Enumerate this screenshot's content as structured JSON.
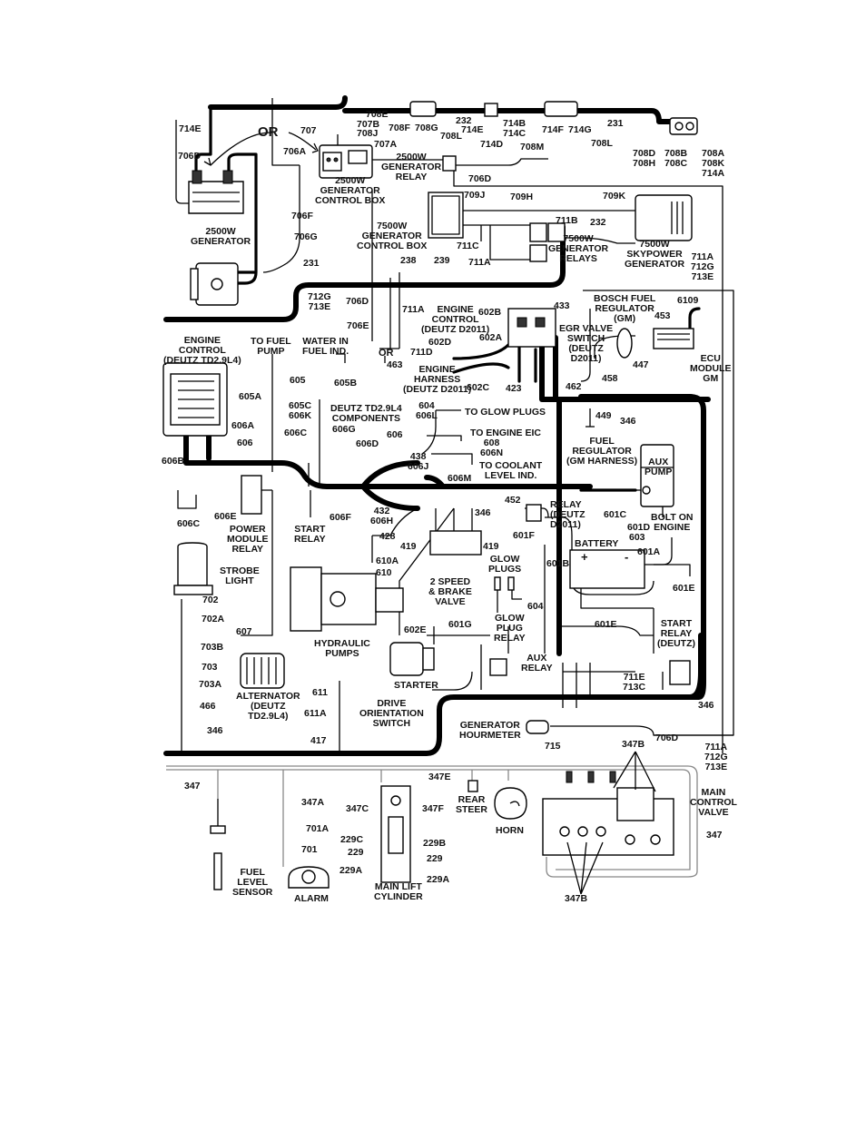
{
  "labels": {
    "or_top": "OR",
    "or_mid": "OR",
    "gen_2500": "2500W\nGENERATOR",
    "ctrl_2500": "2500W\nGENERATOR\nCONTROL BOX",
    "relay_2500": "2500W\nGENERATOR\nRELAY",
    "ctrl_7500": "7500W\nGENERATOR\nCONTROL BOX",
    "relays_7500": "7500W\nGENERATOR\nRELAYS",
    "skypower": "7500W\nSKYPOWER\nGENERATOR",
    "engine_ctrl_td": "ENGINE\nCONTROL\n(DEUTZ TD2.9L4)",
    "to_fuel_pump": "TO FUEL\nPUMP",
    "water_fuel": "WATER IN\nFUEL IND.",
    "engine_ctrl_d2011": "ENGINE\nCONTROL\n(DEUTZ D2011)",
    "engine_harness": "ENGINE\nHARNESS\n(DEUTZ D2011)",
    "bosch": "BOSCH FUEL\nREGULATOR\n(GM)",
    "egr": "EGR VALVE\nSWITCH\n(DEUTZ\nD2011)",
    "ecu": "ECU\nMODULE\nGM",
    "deutz_comp": "DEUTZ TD2.9L4\nCOMPONENTS",
    "to_glow": "TO GLOW PLUGS",
    "to_eic": "TO ENGINE EIC",
    "to_coolant": "TO COOLANT\nLEVEL IND.",
    "fuel_reg_gm": "FUEL\nREGULATOR\n(GM HARNESS)",
    "aux_pump": "AUX\nPUMP",
    "power_module": "POWER\nMODULE\nRELAY",
    "start_relay": "START\nRELAY",
    "relay_d2011": "RELAY\n(DEUTZ\nD2011)",
    "bolt_on": "BOLT ON\nENGINE",
    "battery": "BATTERY",
    "strobe": "STROBE\nLIGHT",
    "two_speed": "2 SPEED\n& BRAKE\nVALVE",
    "glow_plugs": "GLOW\nPLUGS",
    "hydraulic": "HYDRAULIC\nPUMPS",
    "glow_relay": "GLOW\nPLUG\nRELAY",
    "start_relay_deutz": "START\nRELAY\n(DEUTZ)",
    "starter": "STARTER",
    "aux_relay": "AUX\nRELAY",
    "alternator": "ALTERNATOR\n(DEUTZ\nTD2.9L4)",
    "drive_orient": "DRIVE\nORIENTATION\nSWITCH",
    "hourmeter": "GENERATOR\nHOURMETER",
    "rear_steer": "REAR\nSTEER",
    "horn": "HORN",
    "main_control": "MAIN\nCONTROL\nVALVE",
    "fuel_level": "FUEL\nLEVEL\nSENSOR",
    "alarm": "ALARM",
    "main_lift": "MAIN LIFT\nCYLINDER",
    "battery_plus": "+",
    "battery_minus": "-"
  },
  "wire_ids": {
    "w714E": "714E",
    "w706D_top": "706D",
    "w708E": "708E",
    "w707B": "707B",
    "w708J": "708J",
    "w707": "707",
    "w707A": "707A",
    "w706A": "706A",
    "w706F": "706F",
    "w706G": "706G",
    "w708F": "708F",
    "w708G": "708G",
    "w708L_a": "708L",
    "w232_a": "232",
    "w714E_b": "714E",
    "w714D": "714D",
    "w714B": "714B\n714C",
    "w708M": "708M",
    "w714F": "714F",
    "w714G": "714G",
    "w708L_b": "708L",
    "w231_a": "231",
    "w708D": "708D\n708H",
    "w708B": "708B\n708C",
    "w708A": "708A\n708K\n714A",
    "w706D_b": "706D",
    "w709J": "709J",
    "w709H": "709H",
    "w709K": "709K",
    "w711B": "711B",
    "w232_b": "232",
    "w711C": "711C",
    "w711A_a": "711A",
    "w238": "238",
    "w239": "239",
    "w231_b": "231",
    "w711A_grp": "711A\n712G\n713E",
    "w712G_grp": "712G\n713E",
    "w706D_c": "706D",
    "w706E": "706E",
    "w711A_b": "711A",
    "w602B": "602B",
    "w433": "433",
    "w6109": "6109",
    "w453": "453",
    "w711D": "711D",
    "w602D": "602D",
    "w602A": "602A",
    "w447": "447",
    "w458": "458",
    "w463": "463",
    "w602C": "602C",
    "w423": "423",
    "w462": "462",
    "w605": "605",
    "w605B": "605B",
    "w605A": "605A",
    "w605C": "605C\n606K",
    "w604": "604\n606L",
    "w449": "449",
    "w346_a": "346",
    "w606A": "606A",
    "w606C_a": "606C",
    "w606G": "606G",
    "w606": "606",
    "w606D": "606D",
    "w608": "608\n606N",
    "w606B": "606B",
    "w606_b": "606",
    "w438": "438\n606J",
    "w606M": "606M",
    "w606C_b": "606C",
    "w606E": "606E",
    "w606F": "606F",
    "w432": "432\n606H",
    "w346_b": "346",
    "w452": "452",
    "w601C": "601C",
    "w601D": "601D",
    "w603": "603",
    "w428": "428",
    "w419_a": "419",
    "w419_b": "419",
    "w601F": "601F",
    "w601A": "601A",
    "w610A": "610A",
    "w610": "610",
    "w601B": "601B",
    "w601E_a": "601E",
    "w702": "702",
    "w604_b": "604",
    "w702A": "702A",
    "w607": "607",
    "w602E": "602E",
    "w601G": "601G",
    "w601E_b": "601E",
    "w703B": "703B",
    "w703": "703",
    "w703A": "703A",
    "w466": "466",
    "w611": "611",
    "w611A": "611A",
    "w711E": "711E\n713C",
    "w346_c": "346",
    "w346_d": "346",
    "w417": "417",
    "w715": "715",
    "w706D_d": "706D",
    "w347B_a": "347B",
    "w711A_c": "711A\n712G\n713E",
    "w347_a": "347",
    "w347E": "347E",
    "w347A": "347A",
    "w347C": "347C",
    "w347F": "347F",
    "w347_b": "347",
    "w701A": "701A",
    "w229C": "229C",
    "w229B": "229B",
    "w229_a": "229",
    "w229_b": "229",
    "w701": "701",
    "w229A_a": "229A",
    "w229A_b": "229A",
    "w347B_b": "347B"
  }
}
